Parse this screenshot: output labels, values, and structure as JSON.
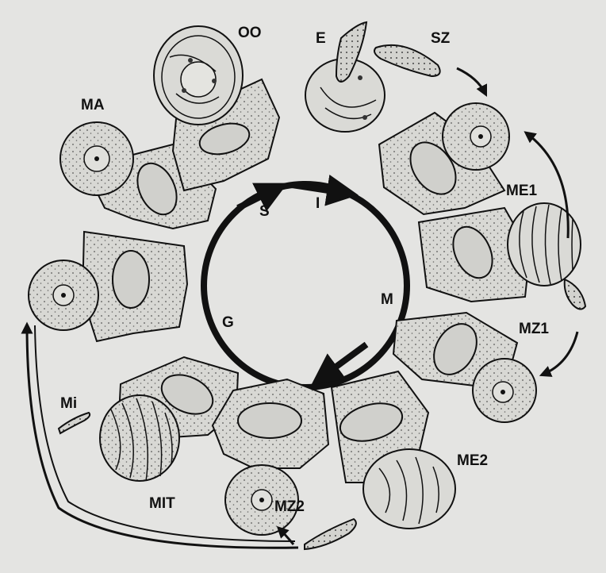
{
  "labels": {
    "oo": "OO",
    "e": "E",
    "sz": "SZ",
    "ma": "MA",
    "me1": "ME1",
    "mz1": "MZ1",
    "me2": "ME2",
    "mz2": "MZ2",
    "mit": "MIT",
    "mi": "Mi",
    "s": "S",
    "i": "I",
    "m": "M",
    "g": "G"
  }
}
